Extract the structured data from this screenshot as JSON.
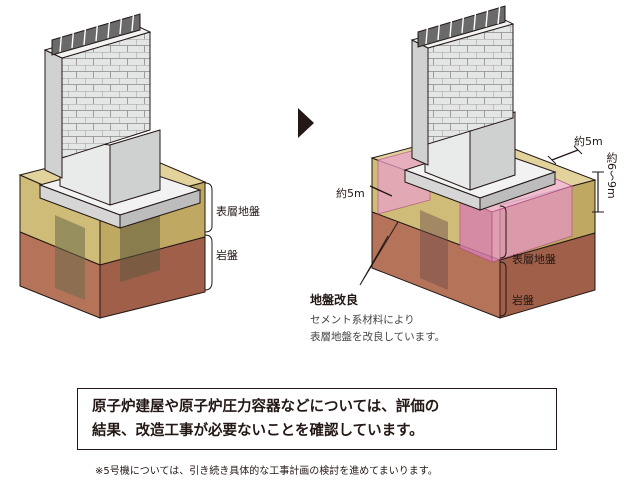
{
  "diagram": {
    "before": {
      "surface_layer_label": "表層地盤",
      "bedrock_label": "岩盤"
    },
    "after": {
      "width_label": "約5m",
      "depth_label_left": "約5m",
      "height_label": "約6〜9m",
      "surface_layer_label": "表層地盤",
      "bedrock_label": "岩盤",
      "improvement_title": "地盤改良",
      "improvement_description": [
        "セメント系材料により",
        "表層地盤を改良しています。"
      ]
    }
  },
  "conclusion": {
    "lines": [
      "原子炉建屋や原子炉圧力容器などについては、評価の",
      "結果、改造工事が必要ないことを確認しています。"
    ]
  },
  "footnote": "※5号機については、引き続き具体的な工事計画の検討を進めてまいります。",
  "colors": {
    "surface_layer": "#d8c98a",
    "bedrock": "#b26f55",
    "improved_ground": "#e9a2c8",
    "building": "#e9eaea",
    "outline": "#231815"
  }
}
